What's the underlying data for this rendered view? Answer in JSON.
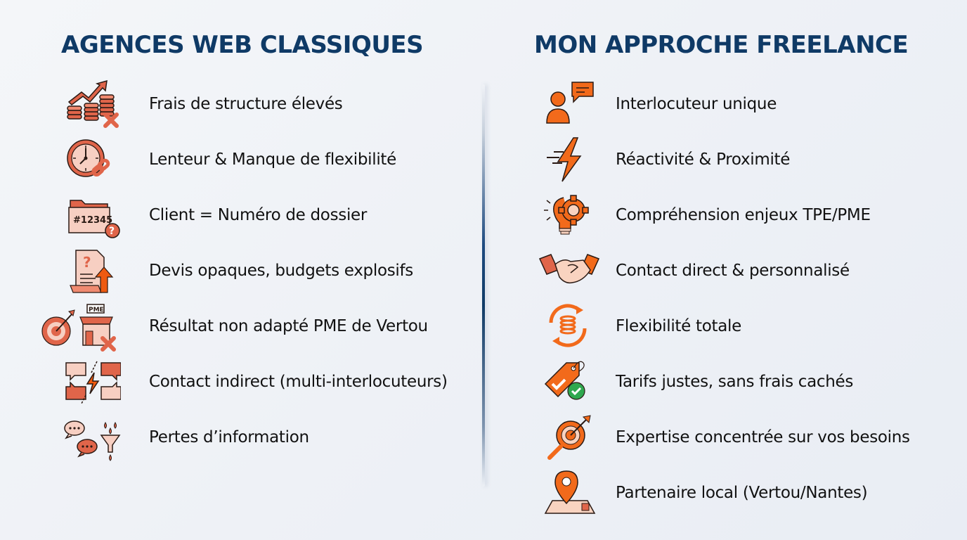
{
  "colors": {
    "title": "#0f3a66",
    "text": "#111111",
    "left_icon_fill": "#e0654a",
    "left_icon_light": "#f7cfc2",
    "right_icon_fill": "#f26a1b",
    "right_icon_light": "#f9d3c0",
    "check_green": "#2fa84f",
    "divider": "#0f3a66",
    "background": "#eef1f6"
  },
  "left": {
    "title": "AGENCES WEB CLASSIQUES",
    "items": [
      {
        "label": "Frais de structure élevés",
        "icon": "rising-costs-coins-icon"
      },
      {
        "label": "Lenteur & Manque de flexibilité",
        "icon": "clock-chain-icon"
      },
      {
        "label": "Client = Numéro de dossier",
        "icon": "folder-number-icon",
        "icon_text": "#12345"
      },
      {
        "label": "Devis opaques, budgets explosifs",
        "icon": "quote-document-arrow-up-icon"
      },
      {
        "label": "Résultat non adapté PME de Vertou",
        "icon": "target-shop-icon",
        "icon_text": "PME"
      },
      {
        "label": "Contact indirect (multi-interlocuteurs)",
        "icon": "broken-communication-icon"
      },
      {
        "label": "Pertes d’information",
        "icon": "chat-funnel-leak-icon"
      }
    ]
  },
  "right": {
    "title": "MON APPROCHE FREELANCE",
    "items": [
      {
        "label": "Interlocuteur unique",
        "icon": "person-chat-icon"
      },
      {
        "label": "Réactivité & Proximité",
        "icon": "lightning-speed-icon"
      },
      {
        "label": "Compréhension enjeux TPE/PME",
        "icon": "lightbulb-gear-icon"
      },
      {
        "label": "Contact direct & personnalisé",
        "icon": "handshake-icon"
      },
      {
        "label": "Flexibilité totale",
        "icon": "cycle-coins-icon"
      },
      {
        "label": "Tarifs justes, sans frais cachés",
        "icon": "price-tag-check-icon"
      },
      {
        "label": "Expertise concentrée sur vos besoins",
        "icon": "target-magnifier-icon"
      },
      {
        "label": "Partenaire local (Vertou/Nantes)",
        "icon": "map-pin-icon"
      }
    ]
  }
}
